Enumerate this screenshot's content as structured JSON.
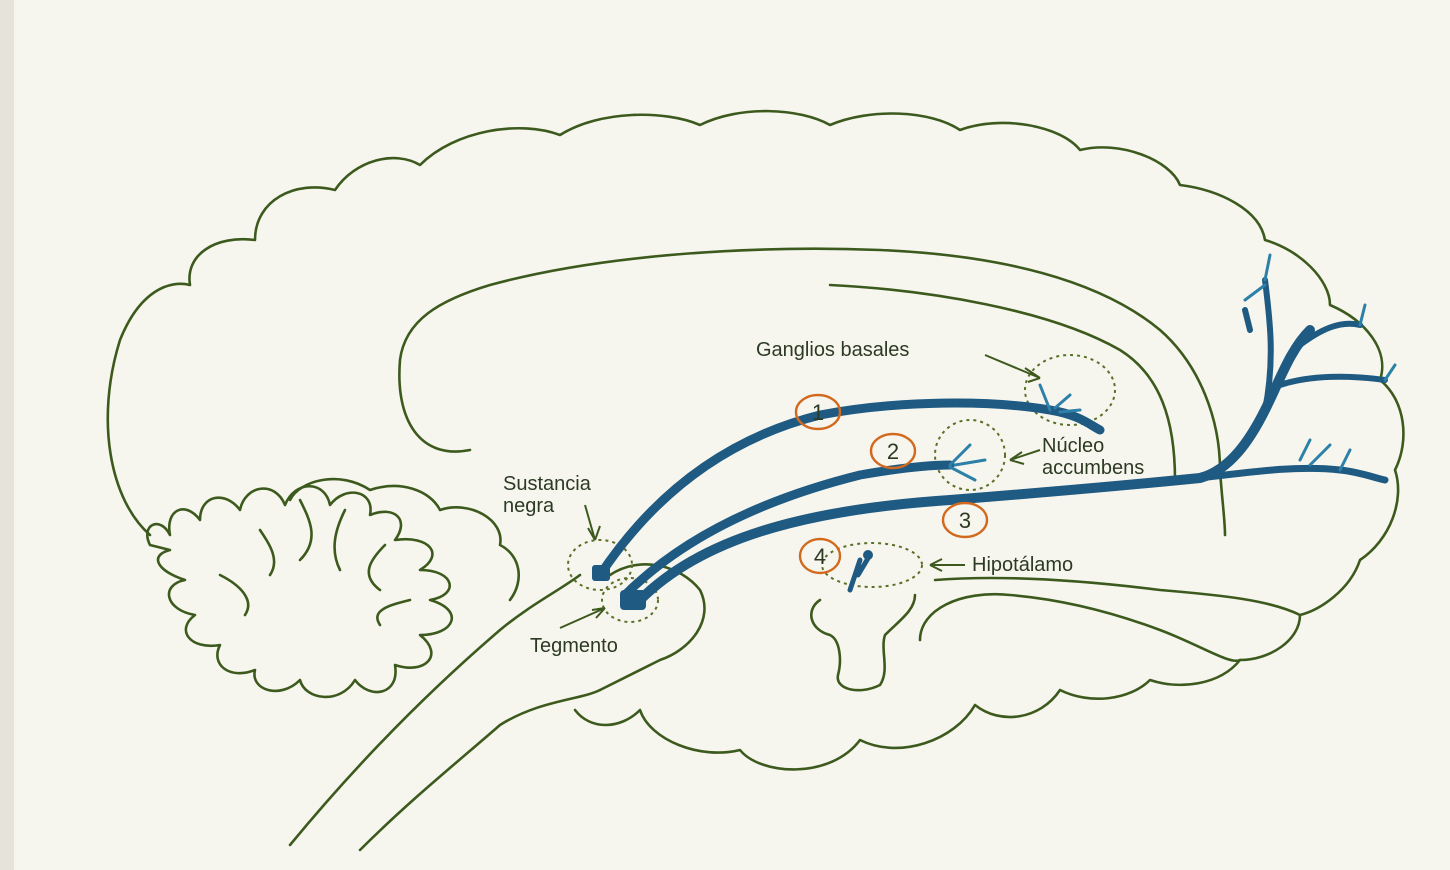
{
  "labels": {
    "ganglios_basales": "Ganglios basales",
    "nucleo_line1": "Núcleo",
    "nucleo_line2": "accumbens",
    "sustancia_line1": "Sustancia",
    "sustancia_line2": "negra",
    "tegmento": "Tegmento",
    "hipotalamo": "Hipotálamo"
  },
  "pathways": [
    {
      "number": "1"
    },
    {
      "number": "2"
    },
    {
      "number": "3"
    },
    {
      "number": "4"
    }
  ],
  "colors": {
    "outline": "#3d5a1e",
    "pathway": "#1f5a82",
    "number_circle": "#d2691e",
    "background": "#f7f6ee"
  }
}
